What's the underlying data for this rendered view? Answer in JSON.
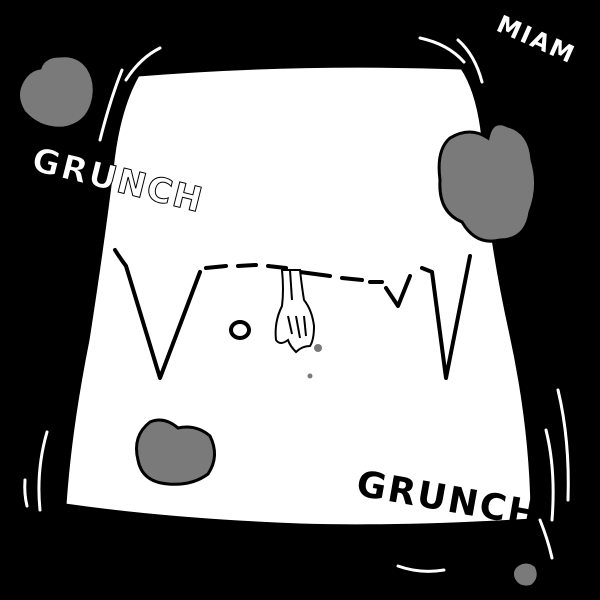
{
  "sound_effects": {
    "top_left": "GRUNCH",
    "bottom_right": "GRUNCH",
    "top_right": "MIAM"
  },
  "colors": {
    "background": "#000000",
    "monster_face": "#ffffff",
    "crumbs": "#7a7a7a",
    "ink": "#000000",
    "motion_lines": "#ffffff"
  }
}
